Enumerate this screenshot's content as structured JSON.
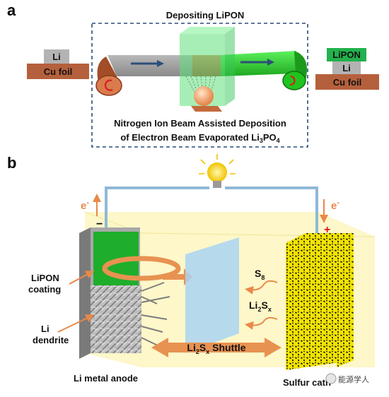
{
  "panel_a": {
    "letter": "a",
    "depositing_title": "Depositing LiPON",
    "left_stack": {
      "li_label": "Li",
      "cu_label": "Cu foil"
    },
    "right_stack": {
      "lipon_label": "LiPON",
      "li_label": "Li",
      "cu_label": "Cu foil"
    },
    "caption_line1": "Nitrogen Ion Beam Assisted Deposition",
    "caption_line2_prefix": "of Electron Beam Evaporated Li",
    "caption_sub1": "3",
    "caption_mid": "PO",
    "caption_sub2": "4"
  },
  "panel_b": {
    "letter": "b",
    "electron_left": "e",
    "electron_right": "e",
    "minus_sign": "−",
    "plus_sign": "+",
    "s8": {
      "base": "S",
      "sub": "8"
    },
    "li2sx": {
      "li": "Li",
      "sub2": "2",
      "s": "S",
      "subx": "x"
    },
    "shuttle": {
      "li": "Li",
      "sub2": "2",
      "s": "S",
      "subx": "x",
      "suffix": " Shuttle"
    },
    "lipon_coating_line1": "LiPON",
    "lipon_coating_line2": "coating",
    "li_dendrite_line1": "Li",
    "li_dendrite_line2": "dendrite",
    "anode_label": "Li metal anode",
    "cathode_label": "Sulfur cath",
    "watermark": "能源学人"
  },
  "colors": {
    "copper": "#b5603c",
    "lipon_green": "#22b14c",
    "li_gray": "#b3b3b3",
    "arrow_orange": "#e8894a",
    "electrolyte_yellow": "#fdf6c0",
    "separator_blue": "#a9d3f2",
    "sulfur_yellow": "#f5e800",
    "dashed_box": "#2a4c7a"
  }
}
